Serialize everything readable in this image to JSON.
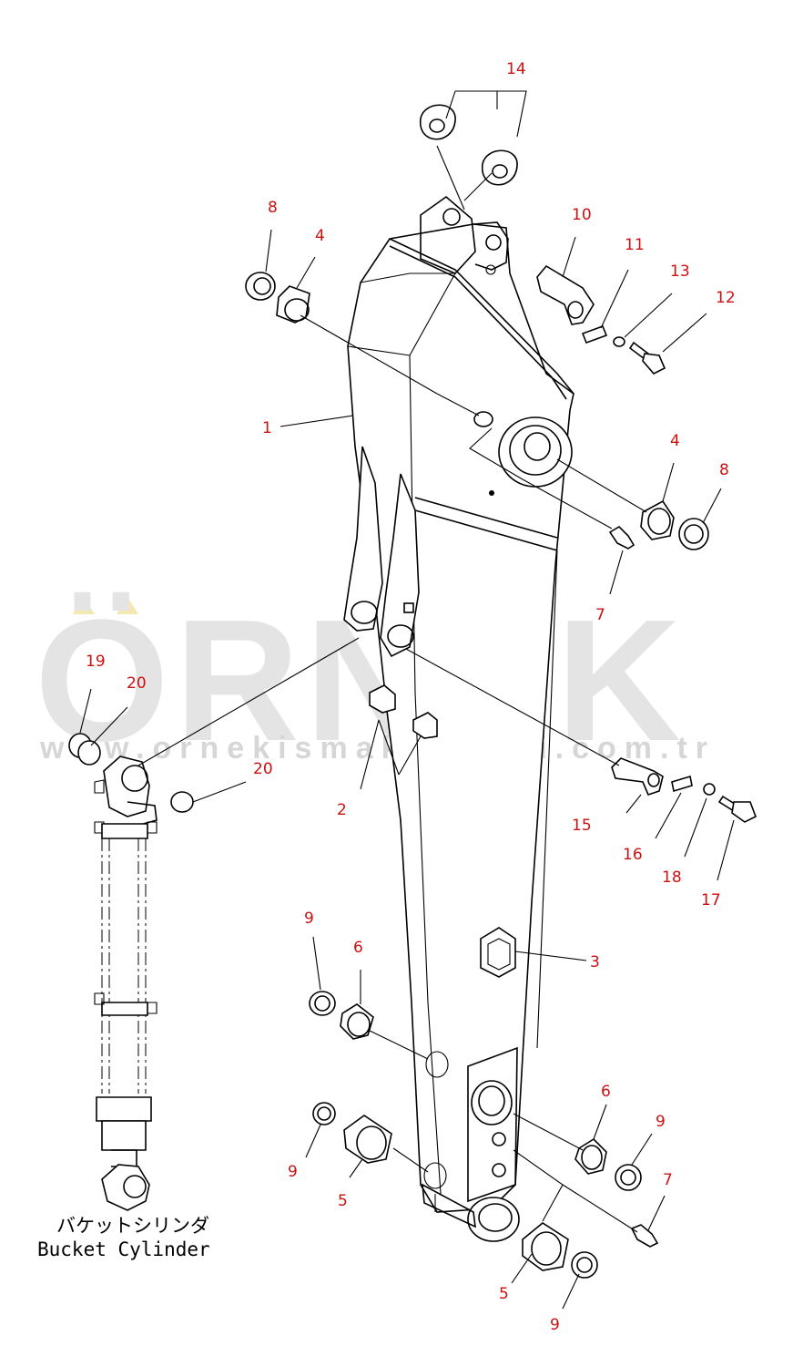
{
  "watermark": {
    "brand": "ÖRNEK",
    "url": "www.ornekismakinalari.com.tr",
    "brand_color": "#e4e4e4",
    "accent_color": "#f2e8b0"
  },
  "caption": {
    "japanese": "バケットシリンダ",
    "english": "Bucket Cylinder"
  },
  "callout_color": "#cc1111",
  "callouts": [
    {
      "id": "c14",
      "label": "14"
    },
    {
      "id": "c10",
      "label": "10"
    },
    {
      "id": "c11",
      "label": "11"
    },
    {
      "id": "c13",
      "label": "13"
    },
    {
      "id": "c12",
      "label": "12"
    },
    {
      "id": "c8a",
      "label": "8"
    },
    {
      "id": "c4a",
      "label": "4"
    },
    {
      "id": "c1",
      "label": "1"
    },
    {
      "id": "c4b",
      "label": "4"
    },
    {
      "id": "c8b",
      "label": "8"
    },
    {
      "id": "c7a",
      "label": "7"
    },
    {
      "id": "c19",
      "label": "19"
    },
    {
      "id": "c20a",
      "label": "20"
    },
    {
      "id": "c20b",
      "label": "20"
    },
    {
      "id": "c2",
      "label": "2"
    },
    {
      "id": "c15",
      "label": "15"
    },
    {
      "id": "c16",
      "label": "16"
    },
    {
      "id": "c18",
      "label": "18"
    },
    {
      "id": "c17",
      "label": "17"
    },
    {
      "id": "c9a",
      "label": "9"
    },
    {
      "id": "c6a",
      "label": "6"
    },
    {
      "id": "c3",
      "label": "3"
    },
    {
      "id": "c6b",
      "label": "6"
    },
    {
      "id": "c9b",
      "label": "9"
    },
    {
      "id": "c9c",
      "label": "9"
    },
    {
      "id": "c5a",
      "label": "5"
    },
    {
      "id": "c7b",
      "label": "7"
    },
    {
      "id": "c5b",
      "label": "5"
    },
    {
      "id": "c9d",
      "label": "9"
    }
  ]
}
